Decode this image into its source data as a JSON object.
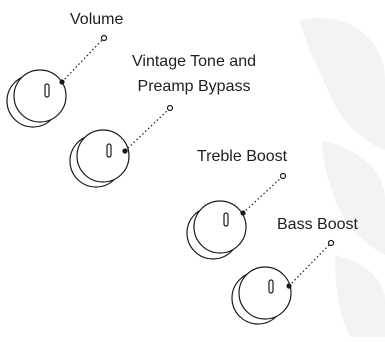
{
  "labels": {
    "volume": "Volume",
    "vintage_line1": "Vintage Tone and",
    "vintage_line2": "Preamp Bypass",
    "treble": "Treble Boost",
    "bass": "Bass Boost"
  },
  "colors": {
    "background": "#ffffff",
    "knob_stroke": "#1a1a1a",
    "text": "#1f1f1f",
    "watermark": "#f3f3f3"
  }
}
